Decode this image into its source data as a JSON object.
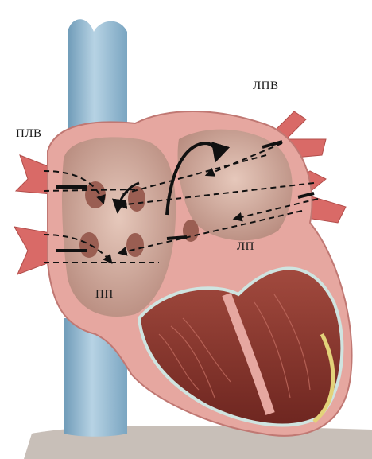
{
  "labels": {
    "right_pulmonary_veins": "ПЛВ",
    "left_pulmonary_veins": "ЛПВ",
    "left_atrium": "ЛП",
    "right_atrium": "ПП"
  },
  "colors": {
    "vessel_blue": "#8cb6cf",
    "heart_wall_pink": "#e6a7a0",
    "atrium_interior": "#cda89c",
    "myocardium": "#8f3b32",
    "arrow": "#111111"
  }
}
